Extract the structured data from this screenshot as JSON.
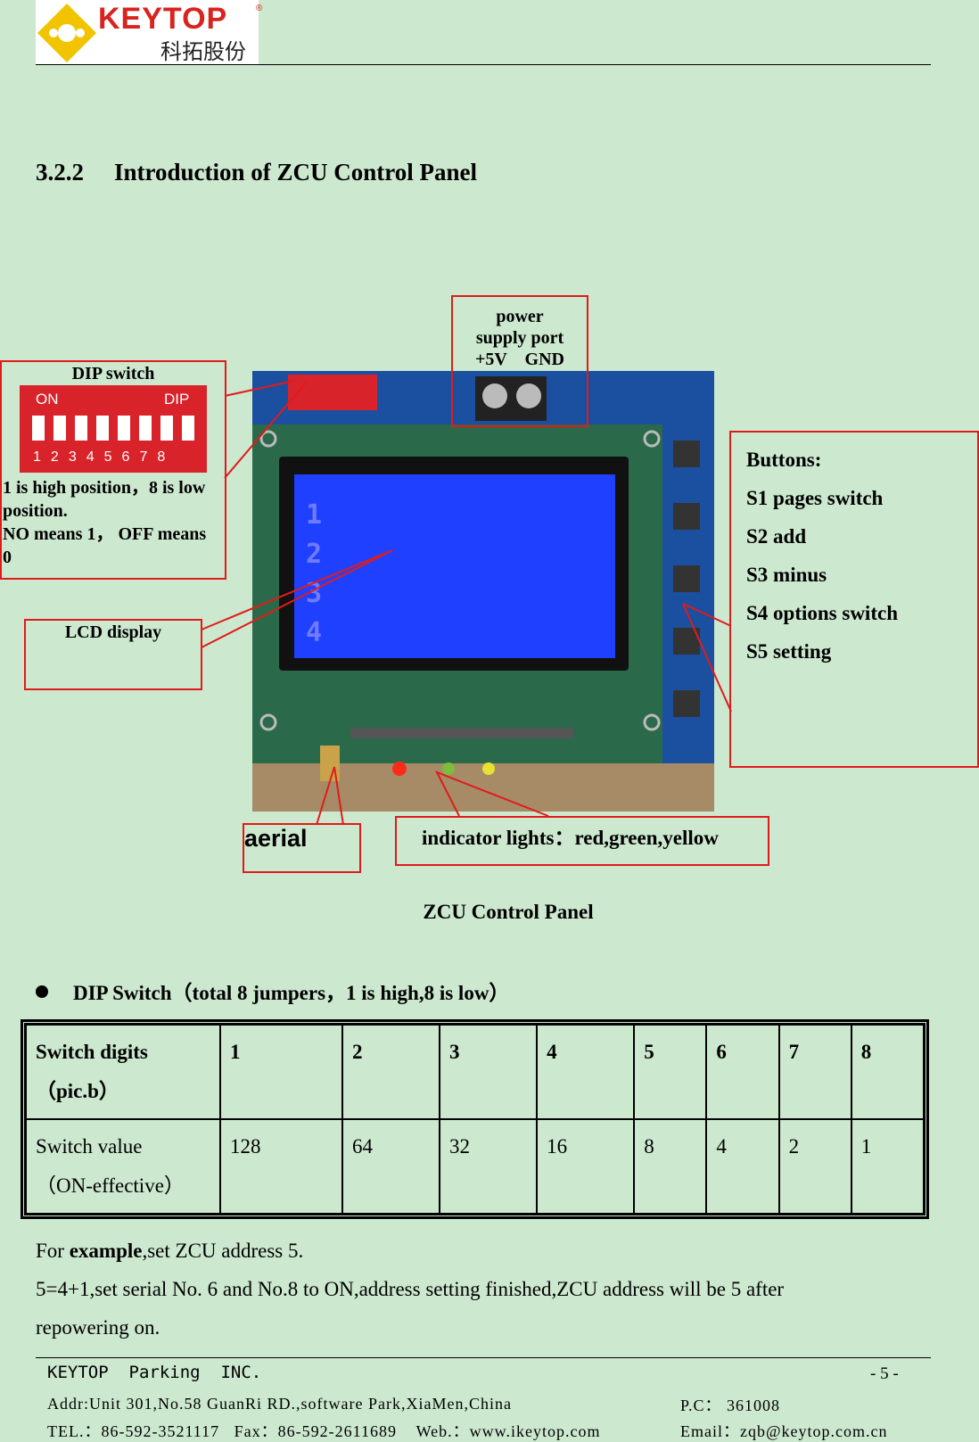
{
  "header": {
    "logo_text": "KEYTOP",
    "logo_sub": "科拓股份",
    "logo_reg": "®"
  },
  "section": {
    "number": "3.2.2",
    "title": "Introduction of ZCU Control Panel"
  },
  "callouts": {
    "power_line1": "power",
    "power_line2": "supply port",
    "power_line3": "+5V    GND",
    "dip_title": "DIP switch",
    "dip_on": "ON",
    "dip_label": "DIP",
    "dip_digits": [
      "1",
      "2",
      "3",
      "4",
      "5",
      "6",
      "7",
      "8"
    ],
    "dip_note1": "1 is high position，8 is low",
    "dip_note2": "position.",
    "dip_note3": "NO means 1， OFF means",
    "dip_note4": "0",
    "lcd": "LCD display",
    "buttons_title": "Buttons:",
    "buttons": [
      "S1 pages switch",
      "S2 add",
      "S3 minus",
      "S4 options switch",
      "S5 setting"
    ],
    "aerial": "aerial",
    "indicator": "indicator lights：red,green,yellow"
  },
  "lcd_rows": [
    "1",
    "2",
    "3",
    "4"
  ],
  "caption": "ZCU Control Panel",
  "bullet": "DIP Switch（total 8 jumpers，1 is high,8 is low）",
  "table": {
    "row1": [
      "Switch digits",
      "（pic.b）",
      "1",
      "2",
      "3",
      "4",
      "5",
      "6",
      "7",
      "8"
    ],
    "row2": [
      "Switch value",
      "（ON-effective）",
      "128",
      "64",
      "32",
      "16",
      "8",
      "4",
      "2",
      "1"
    ]
  },
  "example": {
    "line1_bold": "example",
    "line1_pre": "For ",
    "line1_post": ",set ZCU address 5.",
    "line2": "5=4+1,set serial No. 6 and No.8 to ON,address setting finished,ZCU address will be 5 after",
    "line3": "repowering on."
  },
  "footer": {
    "company": "KEYTOP  Parking  INC.",
    "page": "- 5 -",
    "address": "Addr:Unit 301,No.58 GuanRi RD.,software Park,XiaMen,China",
    "postcode": "P.C： 361008",
    "tel": "TEL.：86-592-3521117   Fax：86-592-2611689    Web.：www.ikeytop.com",
    "email": "Email：zqb@keytop.com.cn"
  },
  "colors": {
    "background": "#cce8cf",
    "callout_red": "#e01b1b",
    "lcd_blue": "#2040ff",
    "logo_red": "#d8231f",
    "logo_yellow": "#f2c400"
  }
}
